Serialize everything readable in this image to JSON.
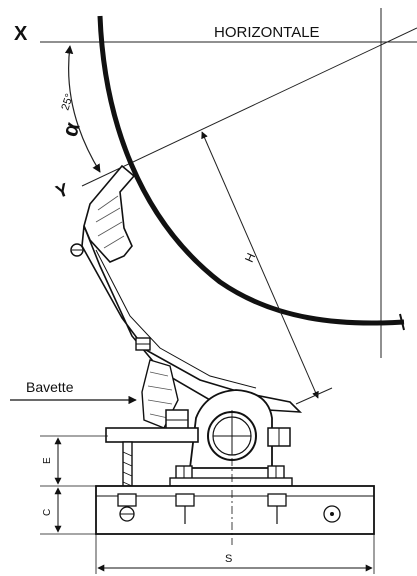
{
  "diagram": {
    "label_x": "X",
    "label_horizontal": "HORIZONTALE",
    "label_angle_symbol": "α",
    "label_angle_value": "25°",
    "label_y": "Y",
    "label_h": "H",
    "label_bavette": "Bavette",
    "label_e": "E",
    "label_c": "C",
    "label_s": "S"
  }
}
